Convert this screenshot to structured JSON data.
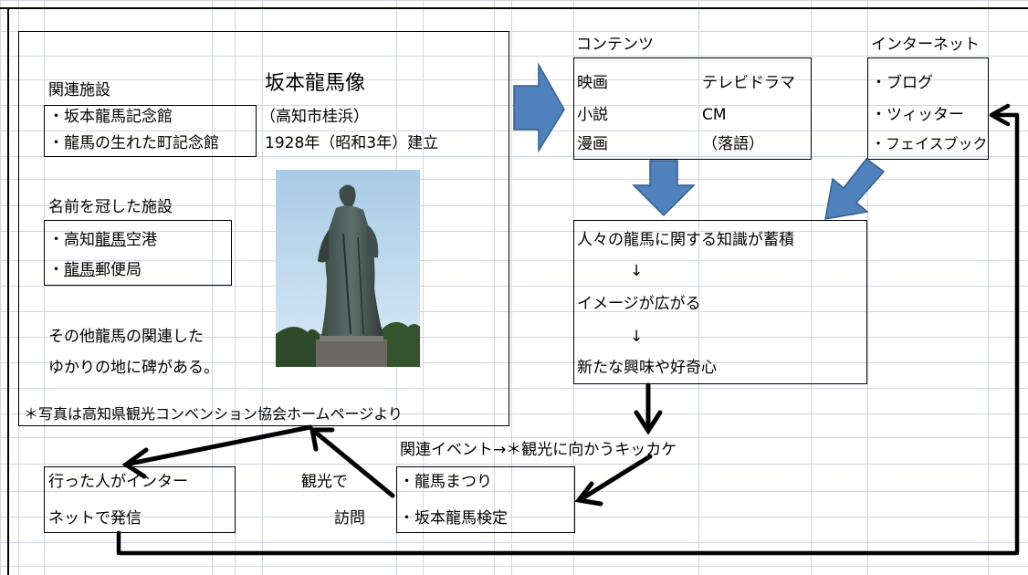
{
  "left_block": {
    "related_facilities_label": "関連施設",
    "related_facilities": [
      "・坂本龍馬記念館",
      "・龍馬の生れた町記念館"
    ],
    "statue_title": "坂本龍馬像",
    "statue_location": "（高知市桂浜）",
    "statue_built": "1928年（昭和3年）建立",
    "named_facilities_label": "名前を冠した施設",
    "named_facilities": [
      {
        "prefix": "・高知",
        "underlined": "龍馬",
        "suffix": "空港"
      },
      {
        "prefix": "・",
        "underlined": "龍馬",
        "suffix": "郵便局"
      }
    ],
    "other_line1": "その他龍馬の関連した",
    "other_line2": "ゆかりの地に碑がある。",
    "photo_credit": "＊写真は高知県観光コンベンション協会ホームページより"
  },
  "contents_block": {
    "label": "コンテンツ",
    "items": [
      [
        "映画",
        "テレビドラマ"
      ],
      [
        "小説",
        "CM"
      ],
      [
        "漫画",
        "（落語）"
      ]
    ]
  },
  "internet_block": {
    "label": "インターネット",
    "items": [
      "・ブログ",
      "・ツィッター",
      "・フェイスブック"
    ]
  },
  "knowledge_block": {
    "line1": "人々の龍馬に関する知識が蓄積",
    "arrow1": "↓",
    "line2": "イメージが広がる",
    "arrow2": "↓",
    "line3": "新たな興味や好奇心"
  },
  "event_block": {
    "label": "関連イベント→＊観光に向かうキッカケ",
    "items": [
      "・龍馬まつり",
      "・坂本龍馬検定"
    ]
  },
  "visit": {
    "line1": "観光で",
    "line2": "訪問"
  },
  "sender_block": {
    "line1": "行った人がインター",
    "line2": "ネットで発信"
  },
  "colors": {
    "arrow_blue": "#4f81bd",
    "arrow_blue_edge": "#385d8a",
    "grid": "#d0d6e2"
  }
}
